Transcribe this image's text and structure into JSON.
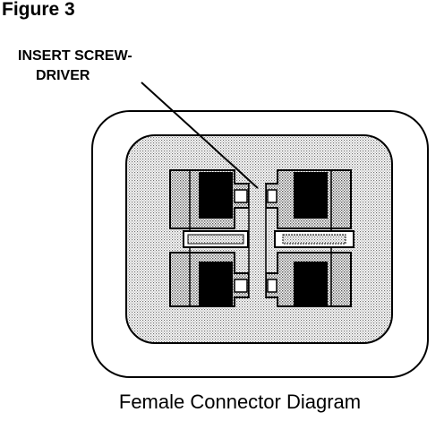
{
  "figure": {
    "label": "Figure 3"
  },
  "callout": {
    "line1": "INSERT SCREW-",
    "line2": "DRIVER"
  },
  "caption": "Female Connector Diagram",
  "colors": {
    "ink": "#000000",
    "paper": "#ffffff",
    "stipple_dot": "#8a8a8a"
  }
}
